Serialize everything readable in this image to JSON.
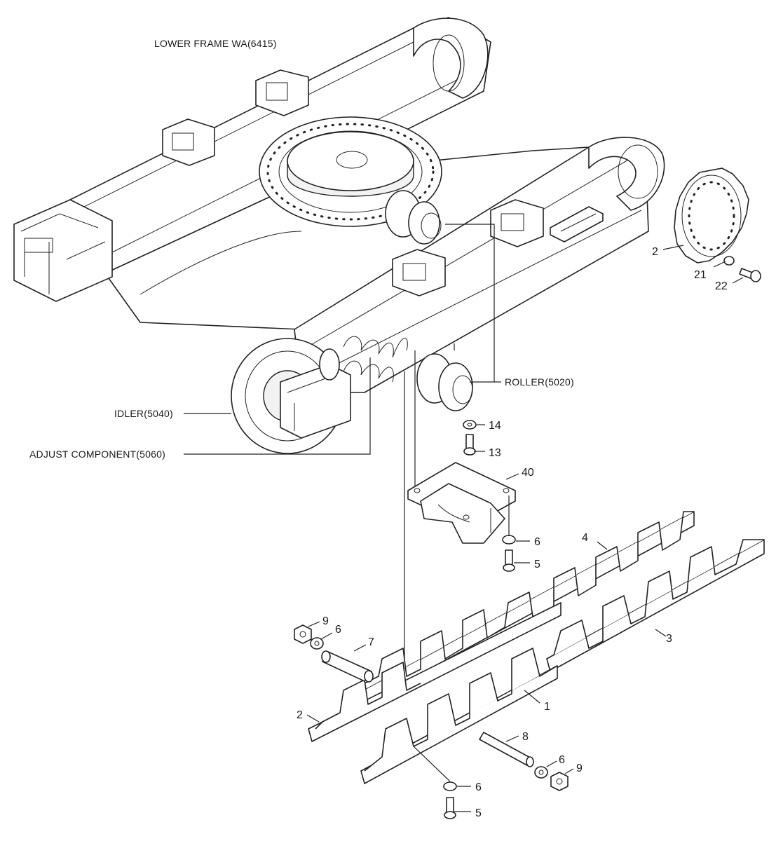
{
  "callouts": {
    "lower_frame": "LOWER FRAME WA(6415)",
    "roller": "ROLLER(5020)",
    "idler": "IDLER(5040)",
    "adjust": "ADJUST COMPONENT(5060)"
  },
  "parts": {
    "p2_sprocket": "2",
    "p21": "21",
    "p22": "22",
    "p14": "14",
    "p13": "13",
    "p40": "40",
    "p6_upper": "6",
    "p5_upper": "5",
    "p4": "4",
    "p3": "3",
    "p9_left": "9",
    "p6_left": "6",
    "p7": "7",
    "p1": "1",
    "p2_left": "2",
    "p8": "8",
    "p6_right": "6",
    "p9_right": "9",
    "p6_bottom": "6",
    "p5_bottom": "5"
  }
}
